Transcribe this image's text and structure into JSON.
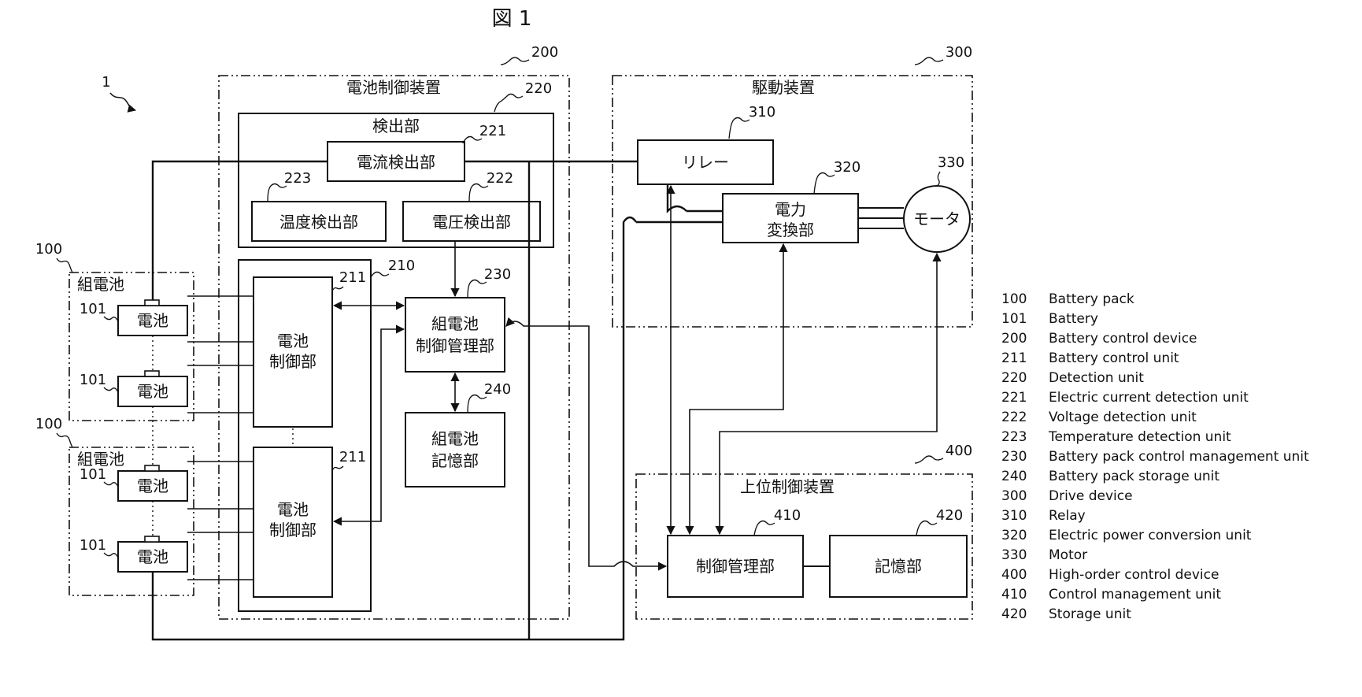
{
  "figure": {
    "title": "図 1"
  },
  "ref_1": "1",
  "groups": {
    "battery_pack_top": {
      "ref": "100",
      "label": "組電池"
    },
    "battery_pack_bottom": {
      "ref": "100",
      "label": "組電池"
    },
    "battery_control_device": {
      "ref": "200",
      "label": "電池制御装置"
    },
    "drive_device": {
      "ref": "300",
      "label": "駆動装置"
    },
    "high_order_control_device": {
      "ref": "400",
      "label": "上位制御装置"
    }
  },
  "blocks": {
    "battery_1": {
      "ref": "101",
      "label": "電池"
    },
    "battery_2": {
      "ref": "101",
      "label": "電池"
    },
    "battery_3": {
      "ref": "101",
      "label": "電池"
    },
    "battery_4": {
      "ref": "101",
      "label": "電池"
    },
    "detection_unit": {
      "ref": "220",
      "label": "検出部"
    },
    "current_detection": {
      "ref": "221",
      "label": "電流検出部"
    },
    "voltage_detection": {
      "ref": "222",
      "label": "電圧検出部"
    },
    "temperature_detection": {
      "ref": "223",
      "label": "温度検出部"
    },
    "control_group": {
      "ref": "210"
    },
    "battery_control_unit_top": {
      "ref": "211",
      "line1": "電池",
      "line2": "制御部"
    },
    "battery_control_unit_bottom": {
      "ref": "211",
      "line1": "電池",
      "line2": "制御部"
    },
    "pack_management": {
      "ref": "230",
      "line1": "組電池",
      "line2": "制御管理部"
    },
    "pack_storage": {
      "ref": "240",
      "line1": "組電池",
      "line2": "記憶部"
    },
    "relay": {
      "ref": "310",
      "label": "リレー"
    },
    "power_conversion": {
      "ref": "320",
      "line1": "電力",
      "line2": "変換部"
    },
    "motor": {
      "ref": "330",
      "label": "モータ"
    },
    "control_management": {
      "ref": "410",
      "label": "制御管理部"
    },
    "storage": {
      "ref": "420",
      "label": "記憶部"
    }
  },
  "legend": [
    {
      "num": "100",
      "text": "Battery pack"
    },
    {
      "num": "101",
      "text": "Battery"
    },
    {
      "num": "200",
      "text": "Battery control device"
    },
    {
      "num": "211",
      "text": "Battery control unit"
    },
    {
      "num": "220",
      "text": "Detection unit"
    },
    {
      "num": "221",
      "text": "Electric current detection unit"
    },
    {
      "num": "222",
      "text": "Voltage detection unit"
    },
    {
      "num": "223",
      "text": "Temperature detection unit"
    },
    {
      "num": "230",
      "text": "Battery pack control management unit"
    },
    {
      "num": "240",
      "text": "Battery pack storage unit"
    },
    {
      "num": "300",
      "text": "Drive device"
    },
    {
      "num": "310",
      "text": "Relay"
    },
    {
      "num": "320",
      "text": "Electric power conversion unit"
    },
    {
      "num": "330",
      "text": "Motor"
    },
    {
      "num": "400",
      "text": "High-order control device"
    },
    {
      "num": "410",
      "text": "Control management unit"
    },
    {
      "num": "420",
      "text": "Storage unit"
    }
  ]
}
